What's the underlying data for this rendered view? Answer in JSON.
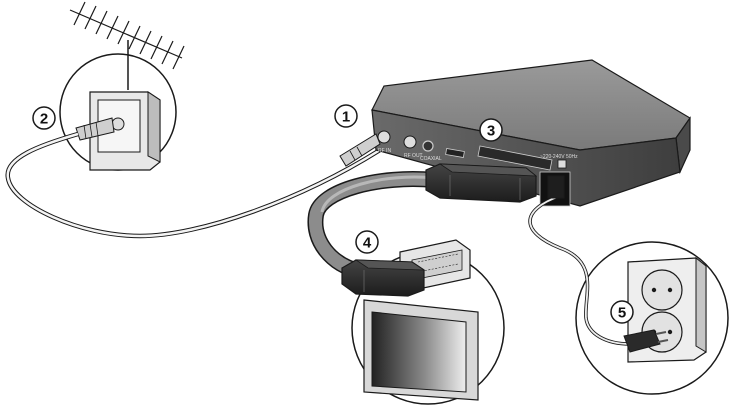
{
  "callouts": [
    {
      "id": 1,
      "label": "1"
    },
    {
      "id": 2,
      "label": "2"
    },
    {
      "id": 3,
      "label": "3"
    },
    {
      "id": 4,
      "label": "4"
    },
    {
      "id": 5,
      "label": "5"
    }
  ],
  "ports": {
    "rf_in": "RF IN",
    "rf_out": "RF OUT",
    "coaxial": "COAXIAL",
    "power": "~220-240V 50Hz"
  },
  "colors": {
    "outline": "#1a1a1a",
    "receiver_top": "#8a8a8a",
    "receiver_front": "#5c5c5c",
    "cable_gray": "#8c8c8c",
    "cable_dark": "#333333",
    "circle_bg": "#ffffff"
  }
}
